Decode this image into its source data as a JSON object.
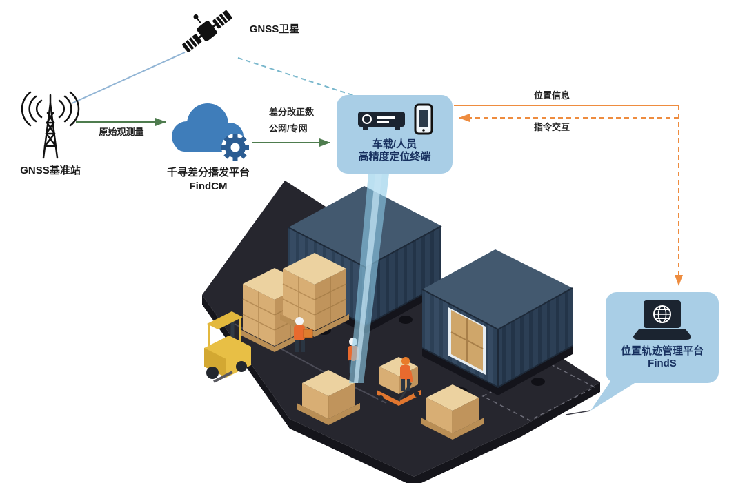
{
  "diagram": {
    "satellite_label": "GNSS卫星",
    "base_station_label": "GNSS基准站",
    "cloud_label": "千寻差分播发平台",
    "cloud_sublabel": "FindCM",
    "edge_raw_observation": "原始观测量",
    "edge_diff_correction": "差分改正数",
    "edge_network": "公网/专网",
    "edge_location_info": "位置信息",
    "edge_command": "指令交互",
    "terminal_line1": "车载/人员",
    "terminal_line2": "高精度定位终端",
    "finds_label": "位置轨迹管理平台",
    "finds_sublabel": "FindS"
  },
  "colors": {
    "green_arrow": "#4e7c4e",
    "orange_arrow": "#ee8c3f",
    "panel_bg": "#a9cee6",
    "panel_text": "#17305f",
    "cloud_blue": "#3f7dba",
    "gear_blue": "#2b5c92",
    "satellite_line": "#92b5d5",
    "dashed_teal": "#79b7cc",
    "beam_blue": "#8ecbe8"
  }
}
